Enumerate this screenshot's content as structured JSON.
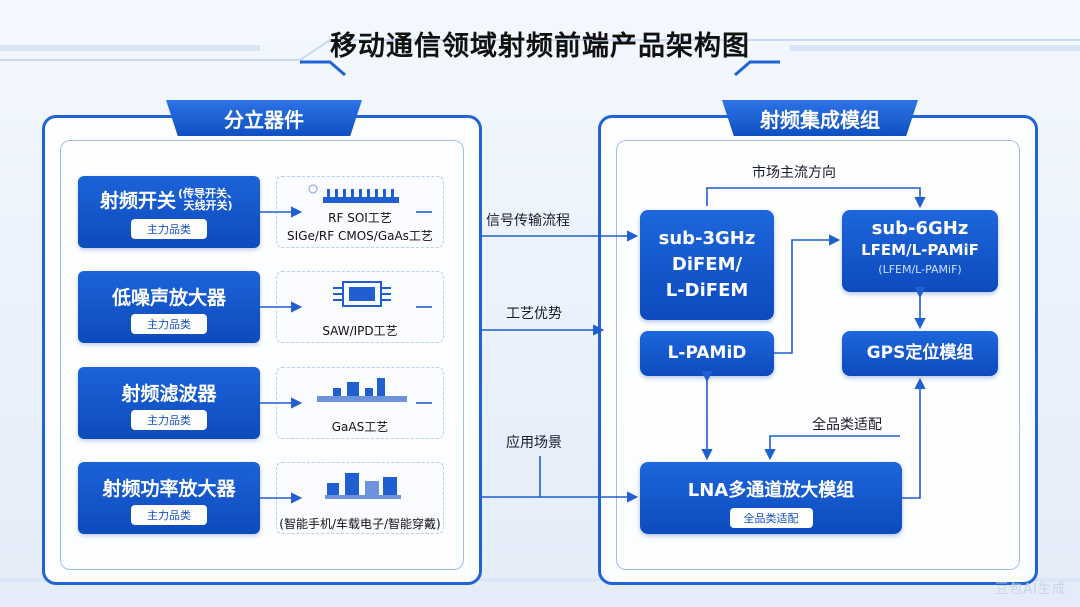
{
  "title": "移动通信领域射频前端产品架构图",
  "left_panel": {
    "title": "分立器件",
    "categories": [
      {
        "name": "射频开关",
        "sub1": "(传导开关、",
        "sub2": "天线开关)",
        "badge": "主力品类",
        "tech": [
          "RF SOI工艺",
          "SIGe/RF CMOS/GaAs工艺"
        ]
      },
      {
        "name": "低噪声放大器",
        "badge": "主力品类",
        "tech": [
          "SAW/IPD工艺"
        ]
      },
      {
        "name": "射频滤波器",
        "badge": "主力品类",
        "tech": [
          "GaAS工艺"
        ]
      },
      {
        "name": "射频功率放大器",
        "badge": "主力品类",
        "tech": [
          "(智能手机/车载电子/智能穿戴)"
        ]
      }
    ]
  },
  "flows": {
    "signal": "信号传输流程",
    "process": "工艺优势",
    "application": "应用场景"
  },
  "right_panel": {
    "title": "射频集成模组",
    "market_label": "市场主流方向",
    "all_category_label": "全品类适配",
    "modules": {
      "sub3": [
        "sub-3GHz",
        "DiFEM/",
        "L-DiFEM"
      ],
      "sub6": [
        "sub-6GHz",
        "LFEM/L-PAMiF",
        "(LFEM/L-PAMiF)"
      ],
      "lpamid": "L-PAMiD",
      "gps": "GPS定位模组",
      "lna": "LNA多通道放大模组",
      "lna_badge": "全品类适配"
    }
  },
  "watermark": "豆包AI生成",
  "colors": {
    "primary": "#1f63d6",
    "dark": "#0c4bbd",
    "line": "#1f5fd0"
  }
}
